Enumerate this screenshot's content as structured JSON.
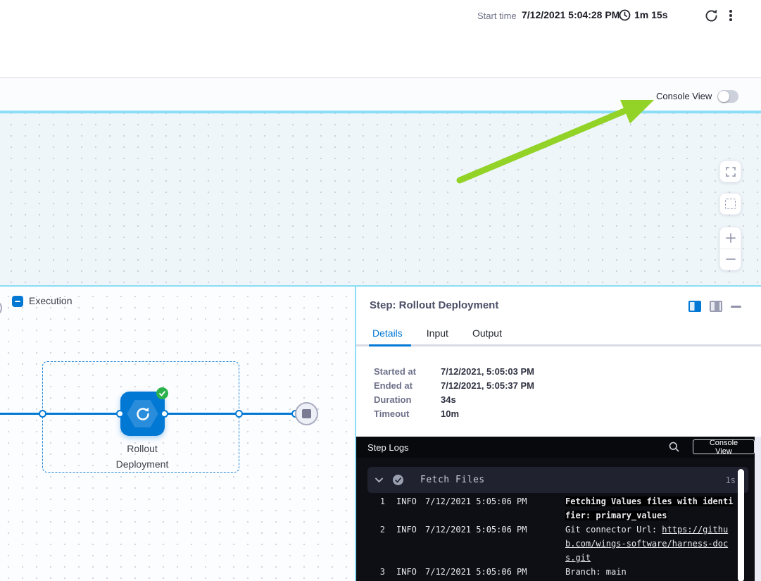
{
  "header": {
    "start_time_label": "Start time",
    "start_time_value": "7/12/2021 5:04:28 PM",
    "duration": "1m 15s"
  },
  "console_bar": {
    "toggle_label": "Console View",
    "toggle_state": "off"
  },
  "canvas": {
    "group_label": "Execution",
    "node_label_line1": "Rollout",
    "node_label_line2": "Deployment"
  },
  "panel": {
    "title": "Step: Rollout Deployment",
    "tabs": [
      {
        "label": "Details",
        "active": true
      },
      {
        "label": "Input",
        "active": false
      },
      {
        "label": "Output",
        "active": false
      }
    ],
    "fields": [
      {
        "label": "Started at",
        "value": "7/12/2021, 5:05:03 PM"
      },
      {
        "label": "Ended at",
        "value": "7/12/2021, 5:05:37 PM"
      },
      {
        "label": "Duration",
        "value": "34s"
      },
      {
        "label": "Timeout",
        "value": "10m"
      }
    ]
  },
  "logs": {
    "title": "Step Logs",
    "console_view_button": "Console View",
    "section": {
      "name": "Fetch Files",
      "duration": "1s"
    },
    "rows": [
      {
        "num": "1",
        "level": "INFO",
        "time": "7/12/2021 5:05:06 PM",
        "message": "Fetching Values files with identifier: primary_values",
        "bold": true
      },
      {
        "num": "2",
        "level": "INFO",
        "time": "7/12/2021 5:05:06 PM",
        "message_prefix": "Git connector Url: ",
        "link": "https://github.com/wings-software/harness-docs.git"
      },
      {
        "num": "3",
        "level": "INFO",
        "time": "7/12/2021 5:05:06 PM",
        "message": "Branch: main"
      }
    ]
  },
  "colors": {
    "accent_blue": "#0278d5",
    "cyan_border": "#8adef5",
    "arrow_green": "#93d327",
    "success_green": "#2bb24c",
    "log_bg": "#0e0f15"
  }
}
